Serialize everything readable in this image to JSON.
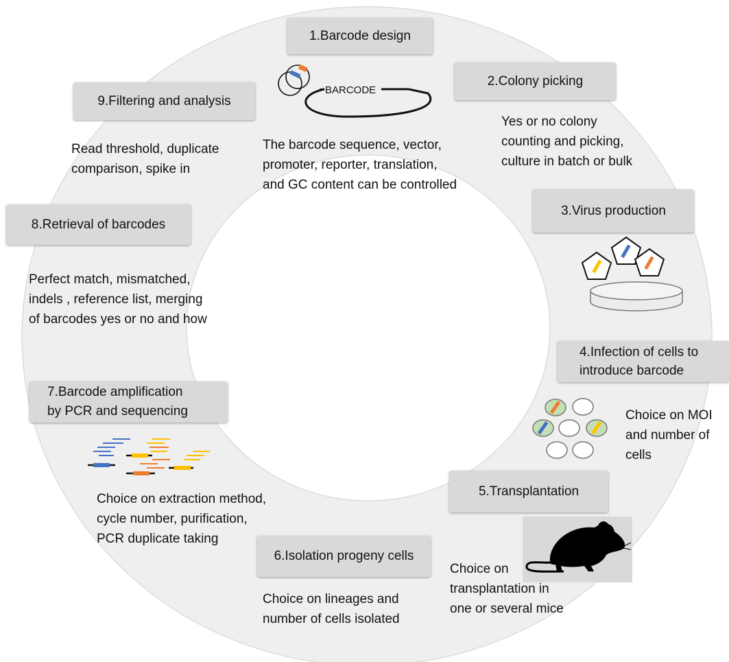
{
  "steps": [
    {
      "id": 1,
      "title": "1.Barcode design",
      "description": "The barcode sequence, vector,\npromoter, reporter, translation,\nand GC content can be controlled"
    },
    {
      "id": 2,
      "title": "2.Colony picking",
      "description": "Yes or no colony\ncounting and picking,\nculture in batch or bulk"
    },
    {
      "id": 3,
      "title": "3.Virus production",
      "description": ""
    },
    {
      "id": 4,
      "title": "4.Infection of cells to\nintroduce barcode",
      "description": "Choice on MOI\nand number of\ncells"
    },
    {
      "id": 5,
      "title": "5.Transplantation",
      "description": "Choice on\n transplantation in\none or several mice"
    },
    {
      "id": 6,
      "title": "6.Isolation progeny cells",
      "description": "Choice on lineages and\nnumber of cells isolated"
    },
    {
      "id": 7,
      "title": "7.Barcode amplification\nby PCR and sequencing",
      "description": "Choice on extraction method,\ncycle number, purification,\nPCR duplicate taking"
    },
    {
      "id": 8,
      "title": "8.Retrieval of barcodes",
      "description": "Perfect match, mismatched,\nindels , reference list, merging\nof barcodes yes or no and how"
    },
    {
      "id": 9,
      "title": "9.Filtering and analysis",
      "description": "Read threshold, duplicate\ncomparison, spike in"
    }
  ],
  "illustrations": {
    "vector_label": "BARCODE"
  },
  "colors": {
    "ring": "#efefef",
    "ring_edge": "#dcdcdc",
    "box": "#d9d9d9",
    "barcode_blue": "#4472c4",
    "barcode_orange": "#ed7d31",
    "barcode_yellow": "#ffc000",
    "cell_green": "#c5dfb4",
    "mouse": "#000000"
  }
}
